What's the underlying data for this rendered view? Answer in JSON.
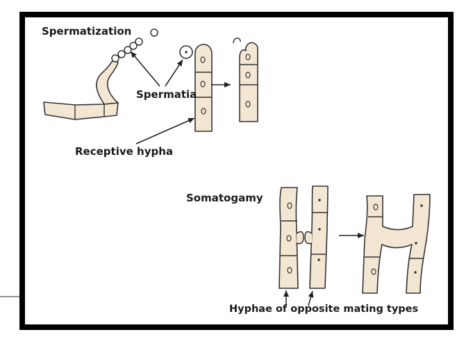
{
  "labels": {
    "spermatization": "Spermatization",
    "spermatia": "Spermatia",
    "receptive_hypha": "Receptive hypha",
    "somatogamy": "Somatogamy",
    "opposite_mating": "Hyphae of opposite mating types"
  },
  "colors": {
    "cell_fill": "#f3e6d3",
    "outline": "#333333",
    "frame": "#000000",
    "background": "#ffffff"
  }
}
